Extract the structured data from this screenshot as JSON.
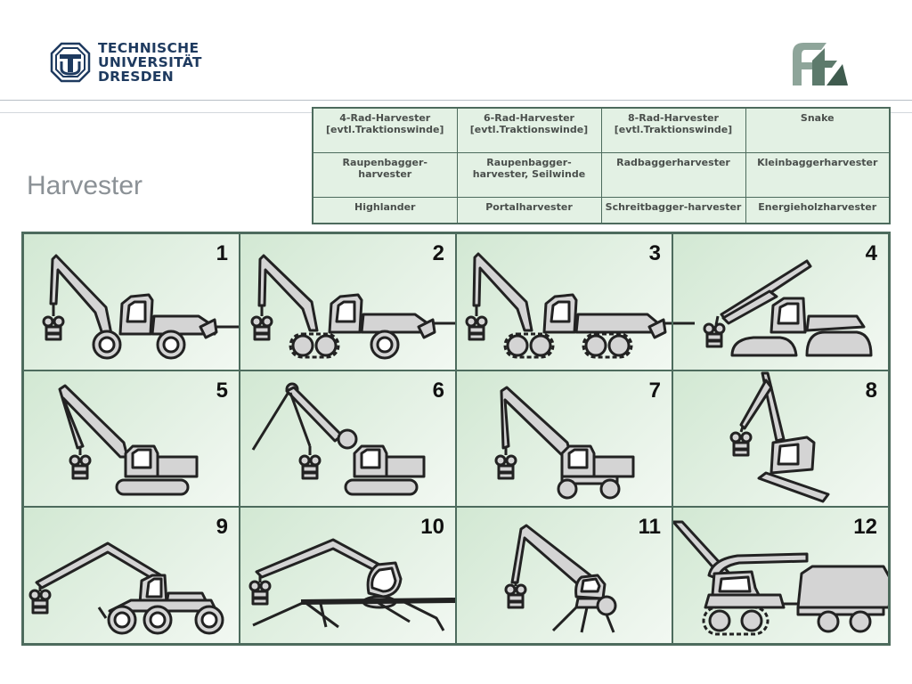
{
  "header": {
    "tud_logo_lines": [
      "TECHNISCHE",
      "UNIVERSITÄT",
      "DRESDEN"
    ],
    "ft_logo": "ft"
  },
  "slide_title": "Harvester",
  "legend": [
    [
      "4-Rad-Harvester [evtl.Traktionswinde]",
      "6-Rad-Harvester [evtl.Traktionswinde]",
      "8-Rad-Harvester [evtl.Traktionswinde]",
      "Snake"
    ],
    [
      "Raupenbagger-harvester",
      "Raupenbagger-harvester, Seilwinde",
      "Radbaggerharvester",
      "Kleinbaggerharvester"
    ],
    [
      "Highlander",
      "Portalharvester",
      "Schreitbagger-harvester",
      "Energieholzharvester"
    ]
  ],
  "cells": [
    "1",
    "2",
    "3",
    "4",
    "5",
    "6",
    "7",
    "8",
    "9",
    "10",
    "11",
    "12"
  ],
  "colors": {
    "border": "#4d6b5d",
    "cell_bg": "#e3f1e4",
    "machine_fill": "#d4d4d4",
    "machine_stroke": "#222222"
  }
}
